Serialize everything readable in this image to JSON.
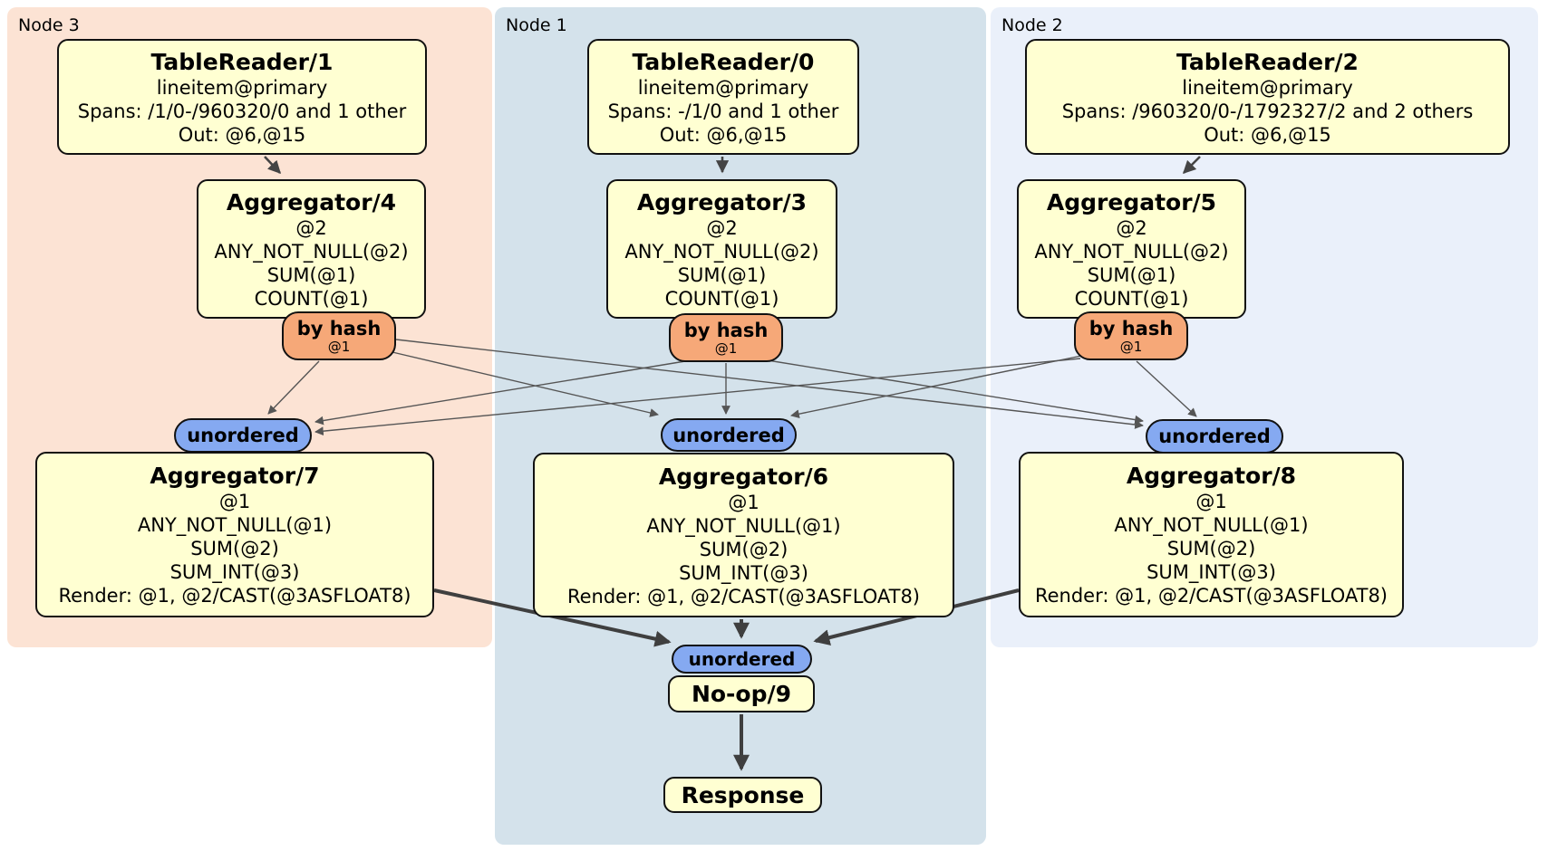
{
  "diagram": {
    "panels": [
      {
        "id": "node3",
        "label": "Node 3"
      },
      {
        "id": "node1",
        "label": "Node 1"
      },
      {
        "id": "node2",
        "label": "Node 2"
      }
    ],
    "processors": {
      "tr1": {
        "title": "TableReader/1",
        "lines": [
          "lineitem@primary",
          "Spans: /1/0-/960320/0 and 1 other",
          "Out: @6,@15"
        ]
      },
      "tr0": {
        "title": "TableReader/0",
        "lines": [
          "lineitem@primary",
          "Spans: -/1/0 and 1 other",
          "Out: @6,@15"
        ]
      },
      "tr2": {
        "title": "TableReader/2",
        "lines": [
          "lineitem@primary",
          "Spans: /960320/0-/1792327/2 and 2 others",
          "Out: @6,@15"
        ]
      },
      "agg4": {
        "title": "Aggregator/4",
        "lines": [
          "@2",
          "ANY_NOT_NULL(@2)",
          "SUM(@1)",
          "COUNT(@1)"
        ]
      },
      "agg3": {
        "title": "Aggregator/3",
        "lines": [
          "@2",
          "ANY_NOT_NULL(@2)",
          "SUM(@1)",
          "COUNT(@1)"
        ]
      },
      "agg5": {
        "title": "Aggregator/5",
        "lines": [
          "@2",
          "ANY_NOT_NULL(@2)",
          "SUM(@1)",
          "COUNT(@1)"
        ]
      },
      "agg7": {
        "title": "Aggregator/7",
        "lines": [
          "@1",
          "ANY_NOT_NULL(@1)",
          "SUM(@2)",
          "SUM_INT(@3)",
          "Render: @1, @2/CAST(@3ASFLOAT8)"
        ]
      },
      "agg6": {
        "title": "Aggregator/6",
        "lines": [
          "@1",
          "ANY_NOT_NULL(@1)",
          "SUM(@2)",
          "SUM_INT(@3)",
          "Render: @1, @2/CAST(@3ASFLOAT8)"
        ]
      },
      "agg8": {
        "title": "Aggregator/8",
        "lines": [
          "@1",
          "ANY_NOT_NULL(@1)",
          "SUM(@2)",
          "SUM_INT(@3)",
          "Render: @1, @2/CAST(@3ASFLOAT8)"
        ]
      },
      "noop9": {
        "title": "No-op/9"
      },
      "response": {
        "title": "Response"
      }
    },
    "routers": {
      "by_hash": {
        "label": "by hash",
        "detail": "@1"
      },
      "unordered": {
        "label": "unordered"
      }
    },
    "edges": [
      {
        "from": "tablereader-1",
        "to": "aggregator-4"
      },
      {
        "from": "tablereader-0",
        "to": "aggregator-3"
      },
      {
        "from": "tablereader-2",
        "to": "aggregator-5"
      },
      {
        "from": "by-hash-node3",
        "to": "unordered-node3"
      },
      {
        "from": "by-hash-node3",
        "to": "unordered-node1"
      },
      {
        "from": "by-hash-node3",
        "to": "unordered-node2"
      },
      {
        "from": "by-hash-node1",
        "to": "unordered-node3"
      },
      {
        "from": "by-hash-node1",
        "to": "unordered-node1"
      },
      {
        "from": "by-hash-node1",
        "to": "unordered-node2"
      },
      {
        "from": "by-hash-node2",
        "to": "unordered-node3"
      },
      {
        "from": "by-hash-node2",
        "to": "unordered-node1"
      },
      {
        "from": "by-hash-node2",
        "to": "unordered-node2"
      },
      {
        "from": "aggregator-7",
        "to": "unordered-final"
      },
      {
        "from": "aggregator-6",
        "to": "unordered-final"
      },
      {
        "from": "aggregator-8",
        "to": "unordered-final"
      },
      {
        "from": "no-op-9",
        "to": "response"
      }
    ],
    "colors": {
      "panel_node3": "#fce3d4",
      "panel_node1": "#d4e2eb",
      "panel_node2": "#eaf0fa",
      "processor_fill": "#ffffd2",
      "hash_router_fill": "#f6a878",
      "unordered_fill": "#85a9f1",
      "edge": "#555555",
      "edge_thick": "#3f3f3f"
    }
  }
}
